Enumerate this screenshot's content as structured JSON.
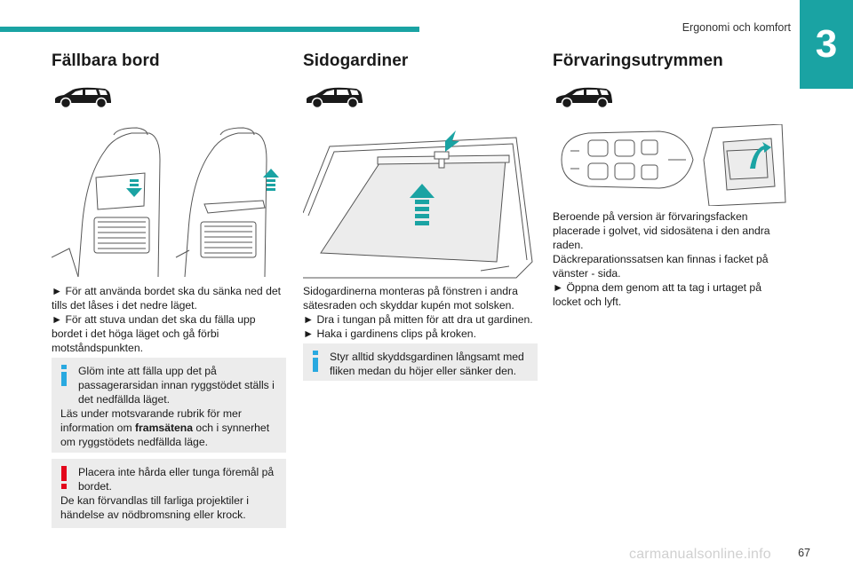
{
  "header": {
    "section_title": "Ergonomi och komfort",
    "chapter_number": "3"
  },
  "col1": {
    "title": "Fällbara bord",
    "step1": "► För att använda bordet ska du sänka ned det tills det låses i det nedre läget.",
    "step2": "► För att stuva undan det ska du fälla upp bordet i det höga läget och gå förbi motståndspunkten.",
    "info_note": {
      "line1": "Glöm inte att fälla upp det på passagerarsidan innan ryggstödet ställs i det nedfällda läget.",
      "line2_pre": "Läs under motsvarande rubrik för mer information om ",
      "line2_bold": "framsätena",
      "line2_post": " och i synnerhet om ryggstödets nedfällda läge."
    },
    "warning_note": {
      "line1": "Placera inte hårda eller tunga föremål på bordet.",
      "line2": "De kan förvandlas till farliga projektiler i händelse av nödbromsning eller krock."
    }
  },
  "col2": {
    "title": "Sidogardiner",
    "para": "Sidogardinerna monteras på fönstren i andra sätesraden och skyddar kupén mot solsken.",
    "step1": "► Dra i tungan på mitten för att dra ut gardinen.",
    "step2": "► Haka i gardinens clips på kroken.",
    "info_note": "Styr alltid skyddsgardinen långsamt med fliken medan du höjer eller sänker den."
  },
  "col3": {
    "title": "Förvaringsutrymmen",
    "para1": "Beroende på version är förvaringsfacken placerade i golvet, vid sidosätena i den andra raden.",
    "para2": "Däckreparationssatsen kan finnas i facket på vänster - sida.",
    "step1": "► Öppna dem genom att ta tag i urtaget på locket och lyft."
  },
  "footer": {
    "page_number": "67",
    "watermark": "carmanualsonline.info"
  },
  "colors": {
    "accent": "#1aa3a3",
    "note_bg": "#ececec",
    "info_icon": "#29a9e0",
    "warning_icon": "#e3061b"
  },
  "icons": [
    "car-silhouette-icon",
    "info-icon",
    "warning-icon",
    "arrow-icon"
  ]
}
